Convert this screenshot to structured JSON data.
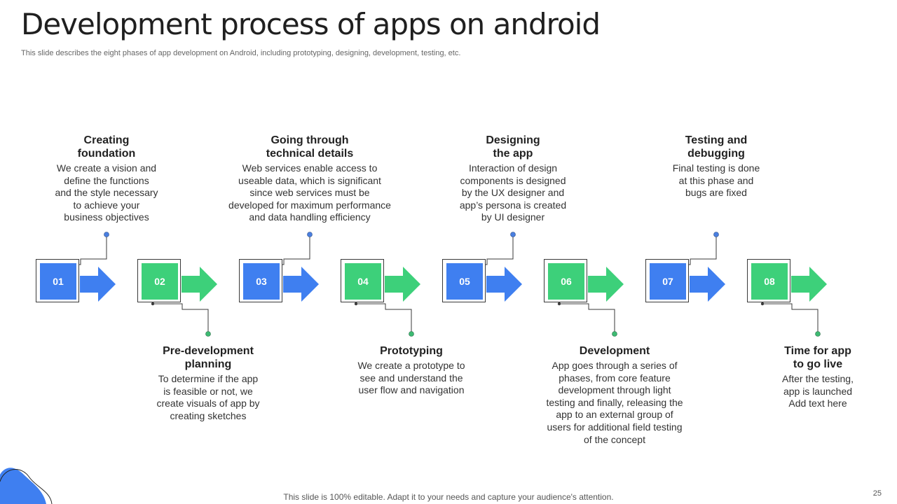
{
  "slide": {
    "title": "Development process of apps on android",
    "subtitle": "This slide describes the eight phases of app development on Android, including prototyping, designing, development, testing, etc.",
    "footer": "This slide is 100% editable. Adapt it to your needs and capture your audience's attention.",
    "page_number": "25"
  },
  "colors": {
    "blue": "#3f7ff0",
    "green": "#3dd07a",
    "blue_dot": "#4a7fe0",
    "green_dot": "#3dba72",
    "line": "#3a3a3a",
    "deco_blob": "#3f7ff0"
  },
  "phases": [
    {
      "number": "01",
      "color": "blue",
      "heading": "Creating\nfoundation",
      "description": "We create a vision and\ndefine the functions\nand the style necessary\nto achieve your\nbusiness objectives"
    },
    {
      "number": "02",
      "color": "green",
      "heading": "Pre-development\nplanning",
      "description": "To determine if the app\nis feasible or not, we\ncreate visuals of app by\ncreating sketches"
    },
    {
      "number": "03",
      "color": "blue",
      "heading": "Going through\ntechnical details",
      "description": "Web services enable access to\nuseable data, which is significant\nsince web services must be\ndeveloped for maximum performance\nand data handling efficiency"
    },
    {
      "number": "04",
      "color": "green",
      "heading": "Prototyping",
      "description": "We create a prototype to\nsee and understand the\nuser flow and navigation"
    },
    {
      "number": "05",
      "color": "blue",
      "heading": "Designing\nthe app",
      "description": "Interaction of design\ncomponents is designed\nby the UX designer and\napp’s persona is created\nby UI designer"
    },
    {
      "number": "06",
      "color": "green",
      "heading": "Development",
      "description": "App goes through a series of\nphases, from core feature\ndevelopment through light\ntesting and finally, releasing the\napp to an external group of\nusers for additional field testing\nof the concept"
    },
    {
      "number": "07",
      "color": "blue",
      "heading": "Testing and\ndebugging",
      "description": "Final testing is done\nat this phase and\nbugs are fixed"
    },
    {
      "number": "08",
      "color": "green",
      "heading": "Time for app\nto go live",
      "description": "After the testing,\napp is launched\nAdd text here"
    }
  ]
}
